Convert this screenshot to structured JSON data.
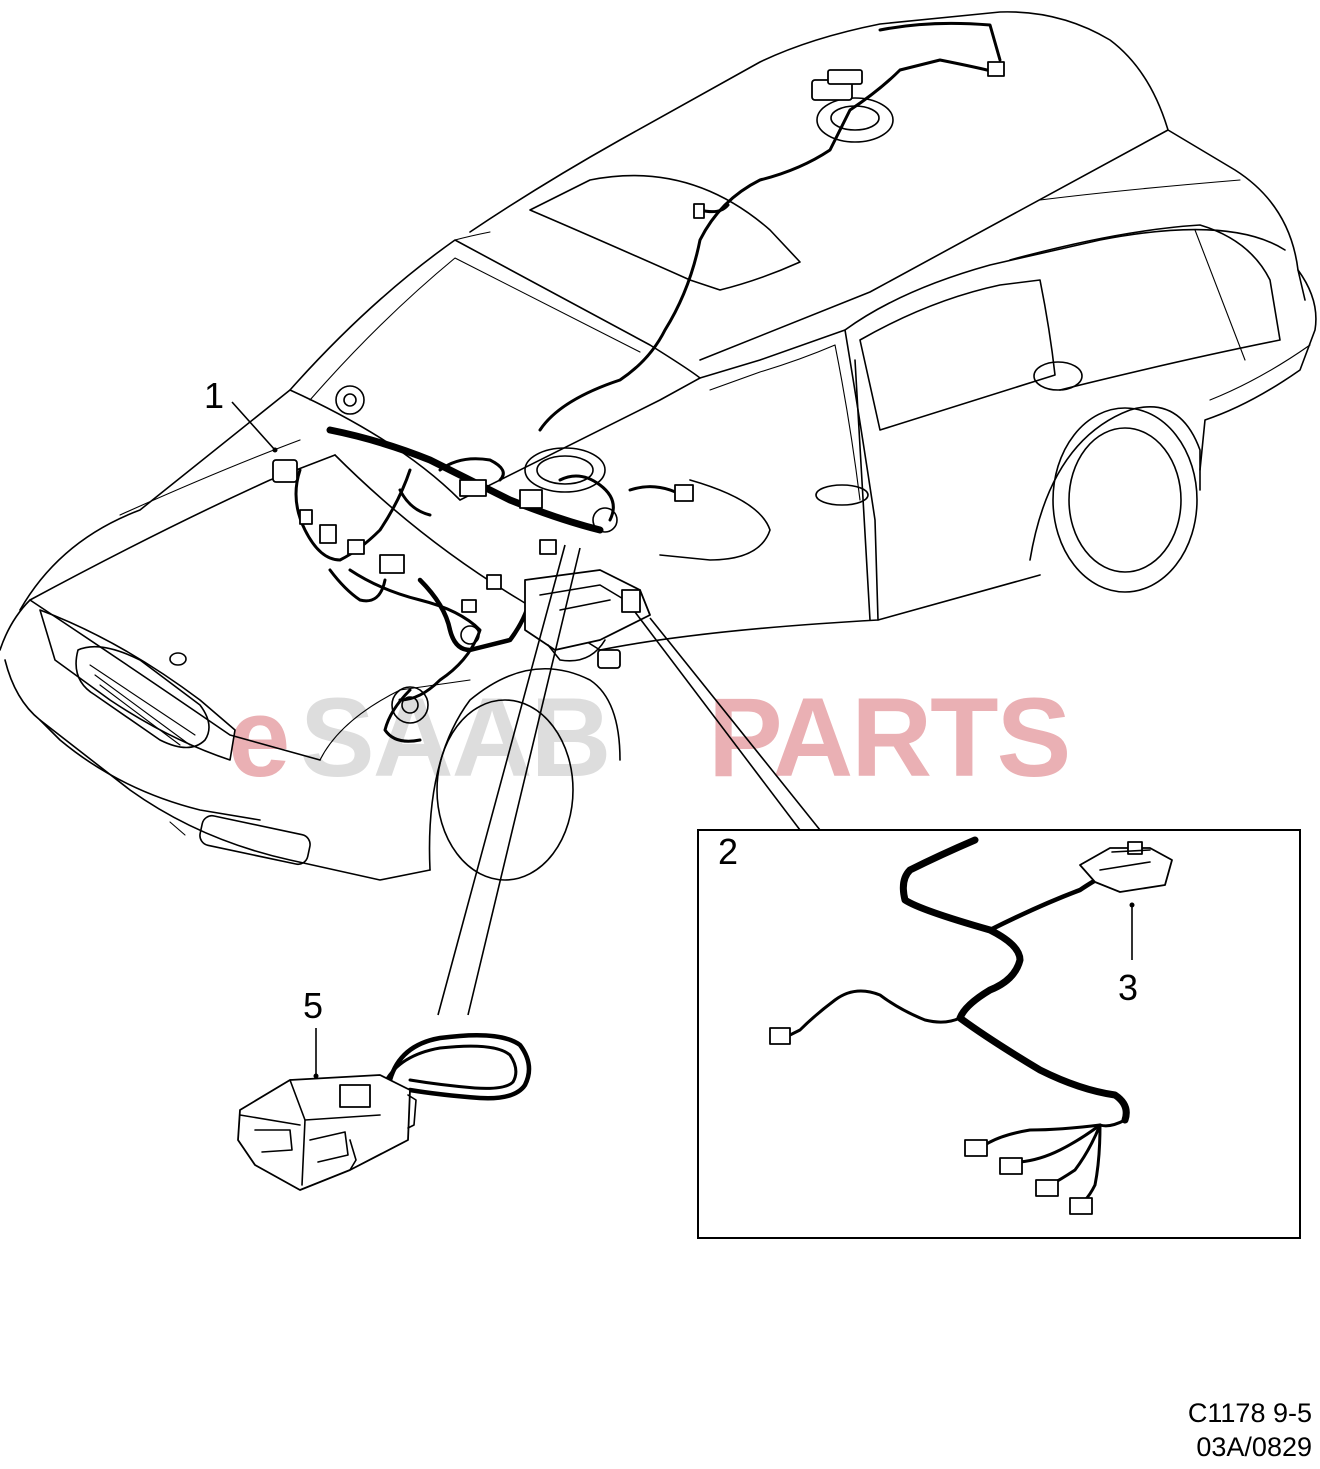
{
  "diagram": {
    "callouts": {
      "c1": "1",
      "c2": "2",
      "c3": "3",
      "c5": "5"
    },
    "watermark": {
      "part_e": "e",
      "part_saab": "SAAB",
      "part_parts": "PARTS",
      "color_e": "#e7a3a7",
      "color_saab": "#d8d8d8",
      "color_parts": "#e7a3a7"
    },
    "footer": {
      "code": "C1178 9-5",
      "ref": "03A/0829"
    }
  }
}
